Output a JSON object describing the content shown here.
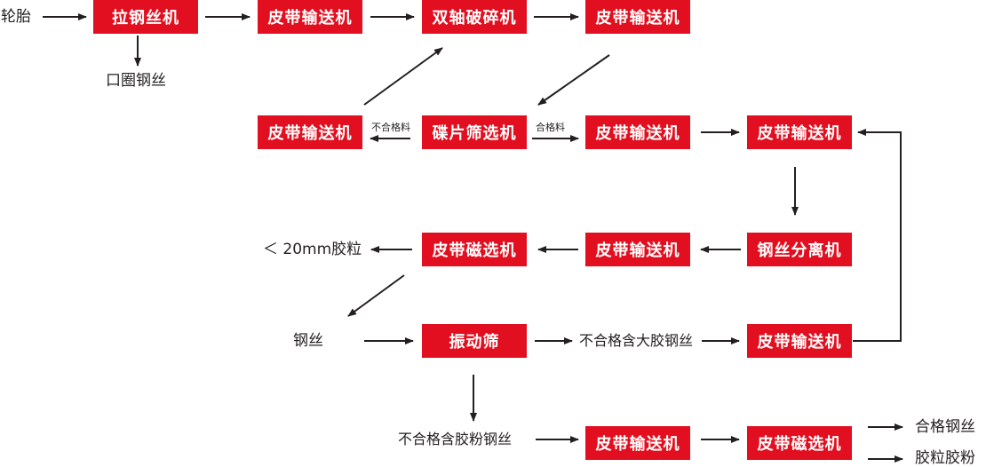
{
  "colors": {
    "box_fill": "#e10f1f",
    "box_text": "#ffffff",
    "arrow": "#231f20",
    "text": "#231f20"
  },
  "nodes": {
    "wire_puller": "拉钢丝机",
    "belt_conveyor": "皮带输送机",
    "twin_shaft_crusher": "双轴破碎机",
    "disc_screen": "碟片筛选机",
    "steel_wire_separator": "钢丝分离机",
    "belt_magnetic_separator": "皮带磁选机",
    "vibrating_screen": "振动筛"
  },
  "labels": {
    "tire": "轮胎",
    "bead_wire": "口圈钢丝",
    "unqualified_material": "不合格料",
    "qualified_material": "合格料",
    "rubber_granules_under_20mm": "＜ 20mm胶粒",
    "steel_wire": "钢丝",
    "unqualified_large_rubber_wire": "不合格含大胶钢丝",
    "unqualified_rubber_powder_wire": "不合格含胶粉钢丝",
    "qualified_steel_wire": "合格钢丝",
    "rubber_granules_rubber_powder": "胶粒胶粉"
  }
}
